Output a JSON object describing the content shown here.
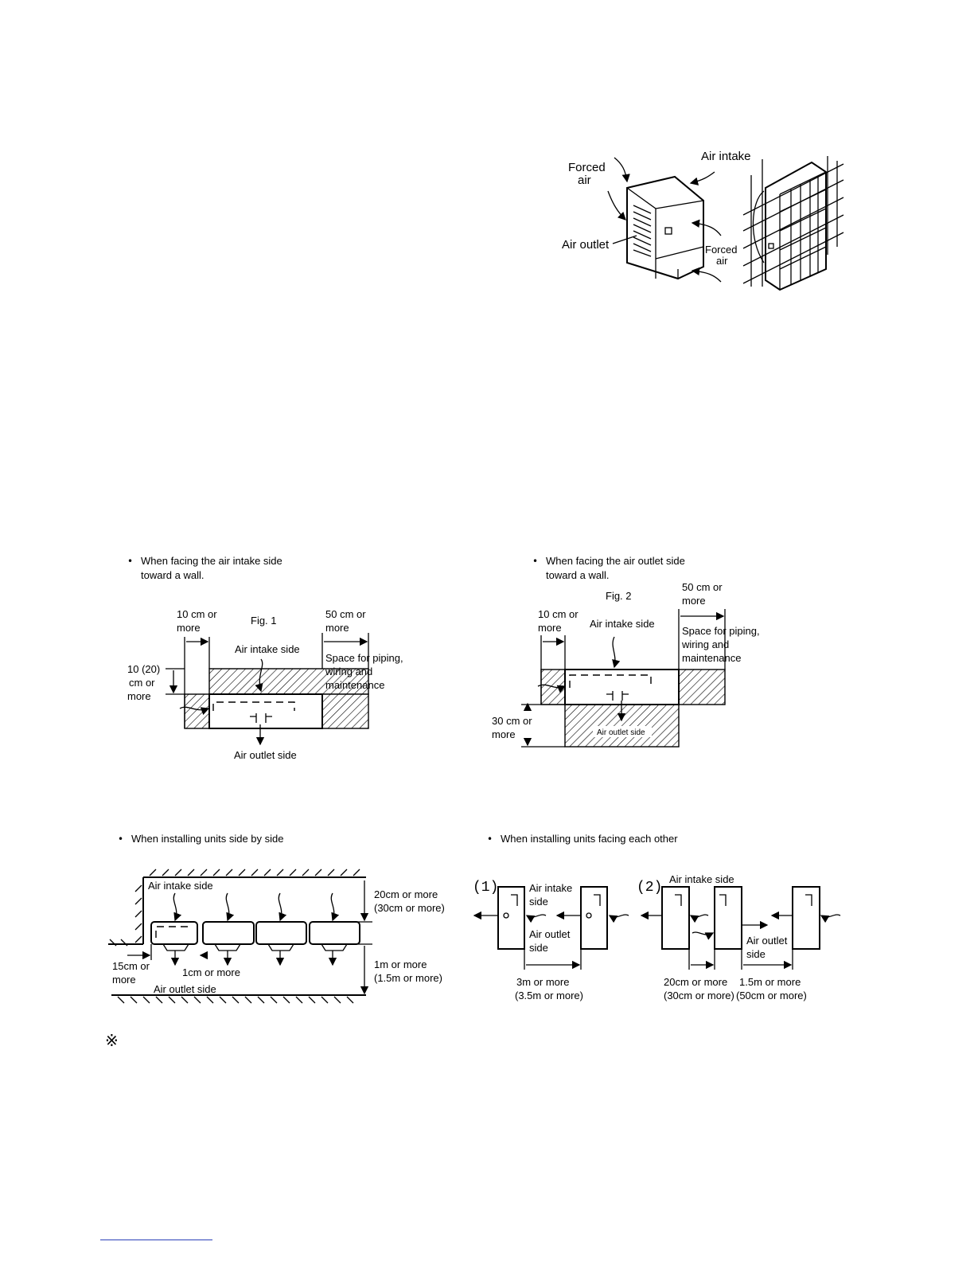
{
  "outdoor_unit": {
    "forced_air_top": "Forced",
    "forced_air_top_2": "air",
    "air_intake": "Air intake",
    "air_outlet": "Air outlet",
    "forced_air_right": "Forced",
    "forced_air_right_2": "air"
  },
  "fig1": {
    "heading_1": "When facing the air intake side",
    "heading_2": "toward a wall.",
    "title": "Fig. 1",
    "left_gap_1": "10 cm or",
    "left_gap_2": "more",
    "right_gap_1": "50 cm or",
    "right_gap_2": "more",
    "intake_label": "Air intake side",
    "service_1": "Space for piping,",
    "service_2": "wiring and",
    "service_3": "maintenance",
    "vertical_gap_1": "10 (20)",
    "vertical_gap_2": "cm or",
    "vertical_gap_3": "more",
    "outlet_label": "Air outlet side"
  },
  "fig2": {
    "heading_1": "When facing the air outlet side",
    "heading_2": "toward a wall.",
    "title": "Fig. 2",
    "right_gap_1": "50 cm or",
    "right_gap_2": "more",
    "left_gap_1": "10 cm or",
    "left_gap_2": "more",
    "intake_label": "Air intake side",
    "service_1": "Space for piping,",
    "service_2": "wiring and",
    "service_3": "maintenance",
    "front_gap_1": "30 cm or",
    "front_gap_2": "more",
    "outlet_label": "Air outlet side"
  },
  "side_by_side": {
    "heading": "When installing units side by side",
    "intake_label": "Air intake side",
    "top_gap_1": "20cm or more",
    "top_gap_2": "(30cm or more)",
    "left_gap_1": "15cm or",
    "left_gap_2": "more",
    "between_gap": "1cm or more",
    "outlet_label": "Air outlet side",
    "bottom_gap_1": "1m or more",
    "bottom_gap_2": "(1.5m or more)"
  },
  "facing": {
    "heading": "When installing units facing each other",
    "case1": "(1)",
    "case2": "(2)",
    "c1_intake_1": "Air intake",
    "c1_intake_2": "side",
    "c1_outlet_1": "Air outlet",
    "c1_outlet_2": "side",
    "c1_gap_1": "3m or more",
    "c1_gap_2": "(3.5m or more)",
    "c2_intake": "Air intake side",
    "c2_outlet_1": "Air outlet",
    "c2_outlet_2": "side",
    "c2_gap_a_1": "20cm or more",
    "c2_gap_a_2": "(30cm or more)",
    "c2_gap_b_1": "1.5m or more",
    "c2_gap_b_2": "(50cm or more)"
  },
  "note_mark": "※",
  "bullet": "•"
}
